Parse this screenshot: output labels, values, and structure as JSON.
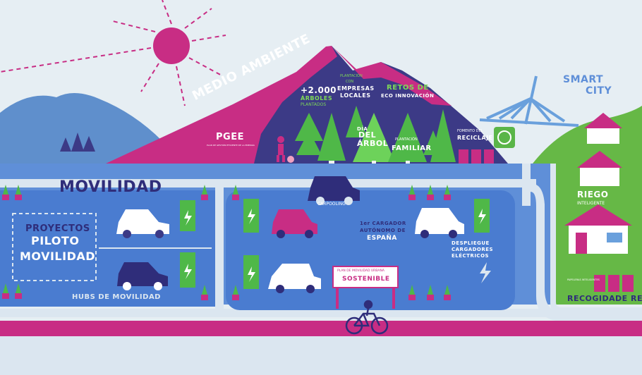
{
  "colors": {
    "sky": "#e6eef3",
    "magenta": "#c82d84",
    "mountain_navy": "#3c3a86",
    "mountain_pink": "#c82d84",
    "hill_blue": "#5f8fcc",
    "road": "#5f8fd8",
    "road_light": "#dbe6f0",
    "zone_fill": "#4a7cd0",
    "grass": "#66b846",
    "tree_green": "#4fb848",
    "charger_green": "#4fb848",
    "text_white": "#ffffff",
    "text_navy": "#2f2d7a",
    "text_green": "#7ed957",
    "bridge": "#6aa0dc"
  },
  "sections": {
    "medio_ambiente": "MEDIO AMBIENTE",
    "movilidad": "MOVILIDAD",
    "smart_city": {
      "line1": "SMART",
      "line2": "CITY"
    }
  },
  "environment": {
    "arboles": {
      "count": "+2.000",
      "line1": "ÁRBOLES",
      "line2": "PLANTADOS"
    },
    "plantacion_empresas": {
      "small1": "PLANTACIÓN",
      "small2": "CON",
      "line1": "EMPRESAS",
      "line2": "LOCALES"
    },
    "retos": {
      "line1": "RETOS DE",
      "line2": "ECO INNOVACIÓN"
    },
    "dia_del_arbol": {
      "line1": "DÍA",
      "line2": "DEL",
      "line3": "ÁRBOL"
    },
    "plantacion_familiar": {
      "line1": "PLANTACIÓN",
      "line2": "FAMILIAR"
    },
    "reciclaje": {
      "line1": "FOMENTO DEL",
      "line2": "RECICLAJE"
    },
    "pgee": {
      "title": "PGEE",
      "subtitle": "PLAN DE GESTIÓN EFICIENTE DE LA ENERGÍA"
    }
  },
  "mobility": {
    "proyectos": {
      "line1": "PROYECTOS",
      "line2": "PILOTO",
      "line3": "MOVILIDAD"
    },
    "hubs": "HUBS DE MOVILIDAD",
    "carpooling": "CARPOOLING",
    "cargador": {
      "line1": "1er CARGADOR",
      "line2": "AUTÓNOMO DE",
      "line3": "ESPAÑA"
    },
    "despliegue": {
      "line1": "DESPLIEGUE",
      "line2": "CARGADORES",
      "line3": "ELÉCTRICOS"
    },
    "plan": {
      "small": "PLAN DE MOVILIDAD URBANA",
      "big": "SOSTENIBLE"
    }
  },
  "smart": {
    "riego": {
      "line1": "RIEGO",
      "line2": "INTELIGENTE"
    },
    "recogida": "RECOGIDA",
    "residuos": "DE RES",
    "contenedores": "PAPELERAS INTELIGENTES"
  },
  "icons": [
    "sun-icon",
    "bridge-icon",
    "car-icon",
    "bicycle-icon",
    "charger-icon",
    "lightning-icon",
    "recycle-icon",
    "tree-icon",
    "house-icon",
    "bin-icon",
    "gardener-icon"
  ]
}
